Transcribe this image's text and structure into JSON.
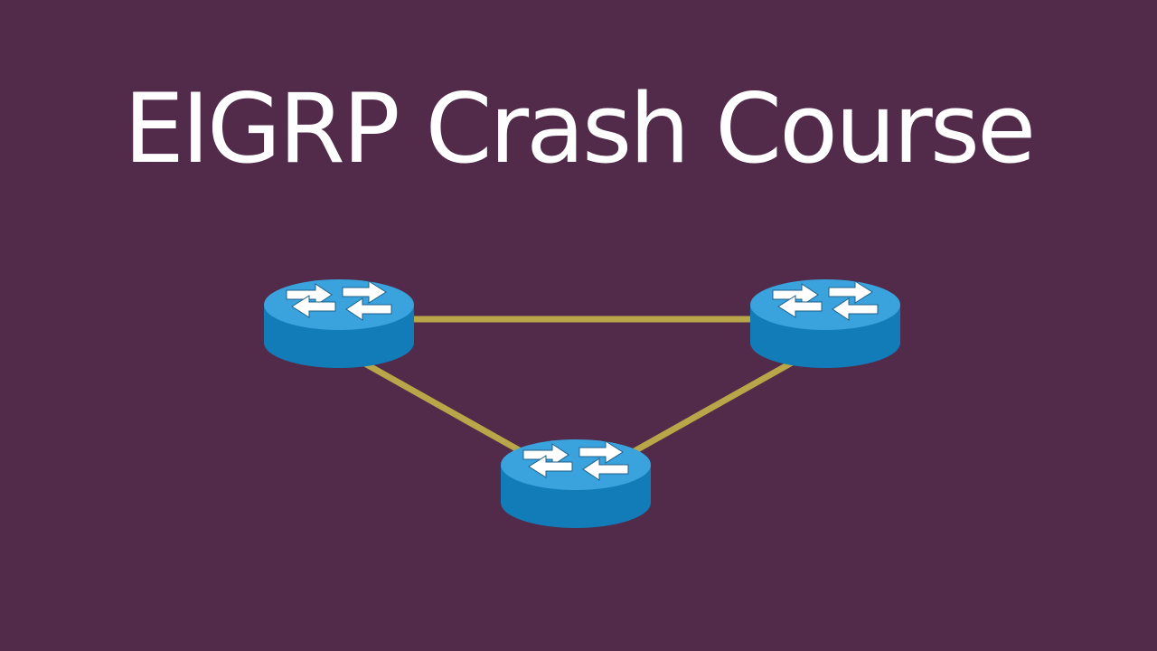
{
  "title": "EIGRP Crash Course",
  "colors": {
    "background": "#522a4a",
    "title": "#ffffff",
    "link": "#b9a648",
    "router_top": "#3aa3dd",
    "router_side": "#127cb9",
    "router_arrow": "#ffffff"
  },
  "icons": {
    "router": "router-icon"
  },
  "routers": [
    {
      "id": "router-top-left"
    },
    {
      "id": "router-top-right"
    },
    {
      "id": "router-bottom"
    }
  ],
  "links": [
    {
      "from": "router-top-left",
      "to": "router-top-right"
    },
    {
      "from": "router-top-left",
      "to": "router-bottom"
    },
    {
      "from": "router-top-right",
      "to": "router-bottom"
    }
  ]
}
